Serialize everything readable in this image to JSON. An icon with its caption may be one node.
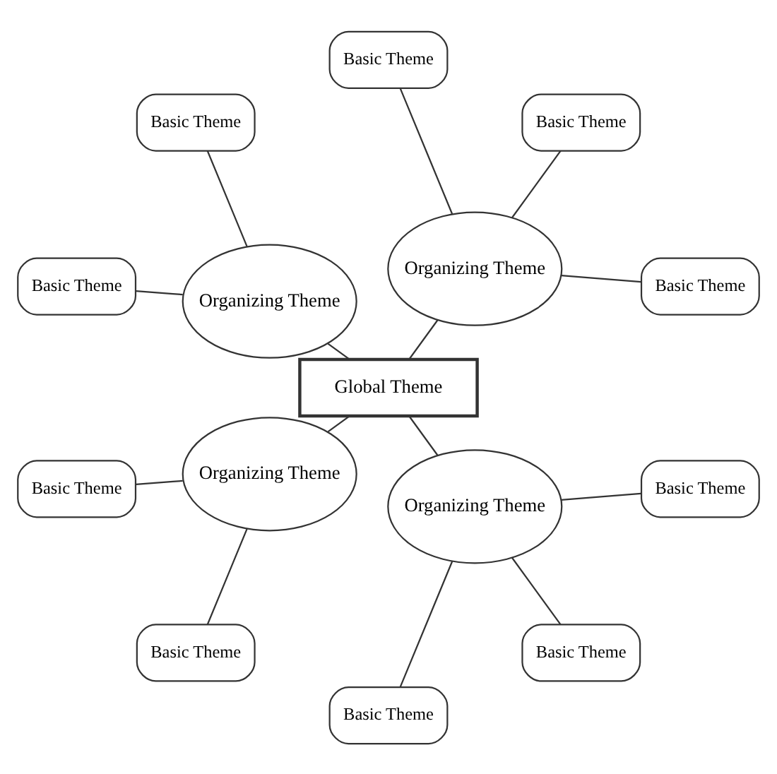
{
  "diagram": {
    "nodes": [
      {
        "text": [
          "Global Theme"
        ]
      },
      {
        "text": [
          "Organizing Theme"
        ]
      },
      {
        "text": [
          "Organizing Theme"
        ]
      },
      {
        "text": [
          "Organizing Theme"
        ]
      },
      {
        "text": [
          "Organizing Theme"
        ]
      },
      {
        "text": [
          "Basic Theme"
        ]
      },
      {
        "text": [
          "Basic Theme"
        ]
      },
      {
        "text": [
          "Basic Theme"
        ]
      },
      {
        "text": [
          "Basic Theme"
        ]
      },
      {
        "text": [
          "Basic Theme"
        ]
      },
      {
        "text": [
          "Basic Theme"
        ]
      },
      {
        "text": [
          "Basic Theme"
        ]
      },
      {
        "text": [
          "Basic Theme"
        ]
      },
      {
        "text": [
          "Basic Theme"
        ]
      },
      {
        "text": [
          "Basic Theme"
        ]
      }
    ],
    "edges": [
      {
        "from": 0,
        "to": 1,
        "arrow": "none"
      },
      {
        "from": 0,
        "to": 2,
        "arrow": "none"
      },
      {
        "from": 0,
        "to": 3,
        "arrow": "none"
      },
      {
        "from": 0,
        "to": 4,
        "arrow": "none"
      },
      {
        "from": 1,
        "to": 5,
        "arrow": "none"
      },
      {
        "from": 1,
        "to": 6,
        "arrow": "none"
      },
      {
        "from": 1,
        "to": 7,
        "arrow": "none"
      },
      {
        "from": 2,
        "to": 8,
        "arrow": "none"
      },
      {
        "from": 2,
        "to": 9,
        "arrow": "none"
      },
      {
        "from": 3,
        "to": 10,
        "arrow": "none"
      },
      {
        "from": 3,
        "to": 11,
        "arrow": "none"
      },
      {
        "from": 4,
        "to": 12,
        "arrow": "none"
      },
      {
        "from": 4,
        "to": 13,
        "arrow": "none"
      },
      {
        "from": 4,
        "to": 14,
        "arrow": "none"
      }
    ]
  }
}
